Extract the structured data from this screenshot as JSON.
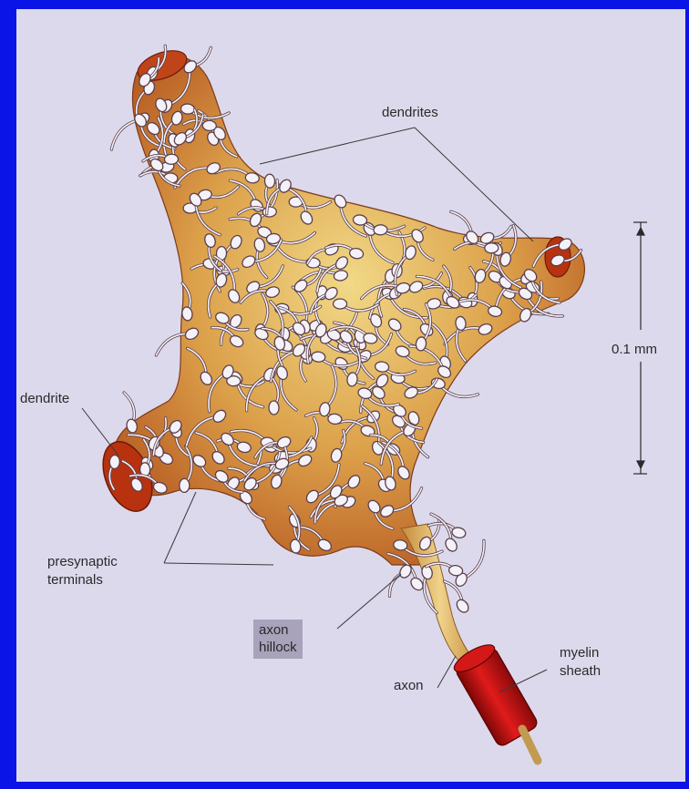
{
  "labels": {
    "dendrites": "dendrites",
    "scale": "0.1 mm",
    "dendrite": "dendrite",
    "presynaptic": "presynaptic",
    "terminals": "terminals",
    "axon_hillock_1": "axon",
    "axon_hillock_2": "hillock",
    "axon": "axon",
    "myelin": "myelin",
    "sheath": "sheath"
  },
  "colors": {
    "border": "#0a14e6",
    "background": "#ddd9ec",
    "cell_body": "#dba04a",
    "dendrite_cut": "#b8320f",
    "myelin": "#c81414",
    "terminal_fill": "#f4f2f8",
    "terminal_stroke": "#5a3f4c"
  }
}
